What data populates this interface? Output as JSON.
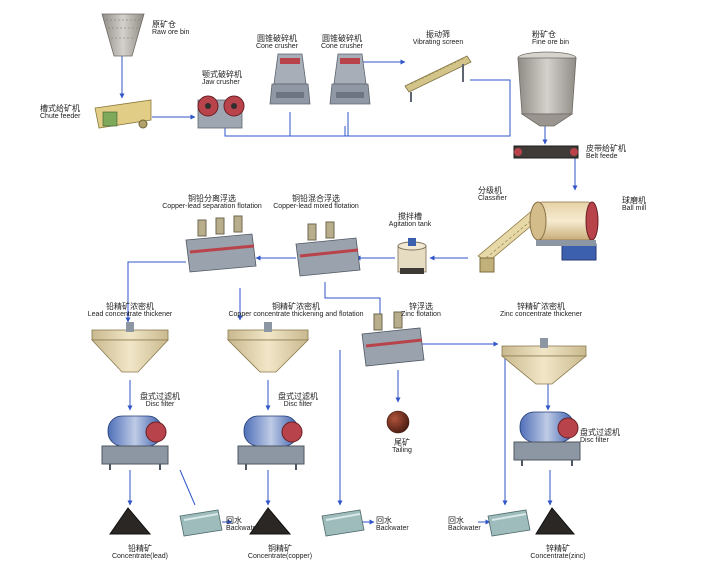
{
  "labels": {
    "raw_ore_bin": {
      "zh": "原矿仓",
      "en": "Raw ore bin"
    },
    "chute_feeder": {
      "zh": "槽式给矿机",
      "en": "Chute feeder"
    },
    "jaw_crusher": {
      "zh": "颚式破碎机",
      "en": "Jaw crusher"
    },
    "cone_crusher_1": {
      "zh": "圆锥破碎机",
      "en": "Cone crusher"
    },
    "cone_crusher_2": {
      "zh": "圆锥破碎机",
      "en": "Cone crusher"
    },
    "vibrating_screen": {
      "zh": "振动筛",
      "en": "Vibrating screen"
    },
    "fine_ore_bin": {
      "zh": "粉矿仓",
      "en": "Fine ore bin"
    },
    "belt_feeder": {
      "zh": "皮带给矿机",
      "en": "Belt feede"
    },
    "classifier": {
      "zh": "分级机",
      "en": "Classifier"
    },
    "ball_mill": {
      "zh": "球磨机",
      "en": "Ball mill"
    },
    "agitation_tank": {
      "zh": "搅拌槽",
      "en": "Agitation tank"
    },
    "cu_pb_separation": {
      "zh": "铜铅分离浮选",
      "en": "Copper-lead separation flotation"
    },
    "cu_pb_mixed": {
      "zh": "铜铅混合浮选",
      "en": "Copper-lead mixed flotation"
    },
    "lead_thickener": {
      "zh": "铅精矿浓密机",
      "en": "Lead concentrate thickener"
    },
    "copper_thickening": {
      "zh": "铜精矿浓密机",
      "en": "Copper concentrate thickening and flotation"
    },
    "zinc_flotation": {
      "zh": "锌浮选",
      "en": "Zinc flotation"
    },
    "zinc_thickener": {
      "zh": "锌精矿浓密机",
      "en": "Zinc concentrate thickener"
    },
    "disc_filter_1": {
      "zh": "盘式过滤机",
      "en": "Disc filter"
    },
    "disc_filter_2": {
      "zh": "盘式过滤机",
      "en": "Disc filter"
    },
    "disc_filter_3": {
      "zh": "盘式过滤机",
      "en": "Disc filter"
    },
    "tailing": {
      "zh": "尾矿",
      "en": "Tailing"
    },
    "conc_lead": {
      "zh": "铅精矿",
      "en": "Concentrate(lead)"
    },
    "conc_copper": {
      "zh": "铜精矿",
      "en": "Concentrate(copper)"
    },
    "conc_zinc": {
      "zh": "锌精矿",
      "en": "Concentrate(zinc)"
    },
    "backwater_1": {
      "zh": "回水",
      "en": "Backwater"
    },
    "backwater_2": {
      "zh": "回水",
      "en": "Backwater"
    },
    "backwater_3": {
      "zh": "回水",
      "en": "Backwater"
    }
  },
  "colors": {
    "flow_line": "#2f55c8",
    "machine_red": "#a53a2a",
    "machine_grey": "#8d96a3",
    "bin_grey": "#b9b6b0",
    "feeder_yellow": "#d9c27a",
    "steel_blue": "#3c5fae",
    "concentrate_dark": "#2b2724",
    "tailing_brown": "#6d2e1e",
    "water_teal": "#7fa6a6"
  }
}
